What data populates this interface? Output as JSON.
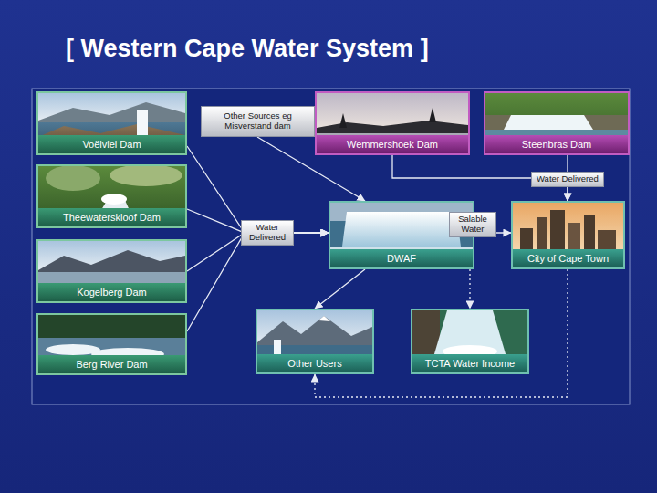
{
  "diagram": {
    "title": "[ Western Cape Water System ]",
    "nodes": [
      {
        "text": [
          "Voëlvlei Dam"
        ]
      },
      {
        "text": [
          "Other Sources eg Misverstand dam"
        ]
      },
      {
        "text": [
          "Wemmershoek Dam"
        ]
      },
      {
        "text": [
          "Steenbras Dam"
        ]
      },
      {
        "text": [
          "Theewaterskloof Dam"
        ]
      },
      {
        "text": [
          "DWAF"
        ]
      },
      {
        "text": [
          "City of Cape Town"
        ]
      },
      {
        "text": [
          "Kogelberg Dam"
        ]
      },
      {
        "text": [
          "Berg River Dam"
        ]
      },
      {
        "text": [
          "Other Users"
        ]
      },
      {
        "text": [
          "TCTA Water Income"
        ]
      }
    ],
    "edges": [
      {
        "from": 0,
        "to": 5,
        "arrow": "to"
      },
      {
        "from": 4,
        "to": 5,
        "label": "Water Delivered",
        "arrow": "to"
      },
      {
        "from": 7,
        "to": 5,
        "arrow": "to"
      },
      {
        "from": 8,
        "to": 5,
        "arrow": "to"
      },
      {
        "from": 1,
        "to": 5,
        "arrow": "to"
      },
      {
        "from": 2,
        "to": 6,
        "arrow": "to"
      },
      {
        "from": 3,
        "to": 6,
        "label": "Water Delivered",
        "arrow": "to"
      },
      {
        "from": 5,
        "to": 6,
        "label": "Salable Water",
        "arrow": "to"
      },
      {
        "from": 5,
        "to": 9,
        "arrow": "to"
      },
      {
        "from": 5,
        "to": 10,
        "arrow": "to"
      },
      {
        "from": 6,
        "to": 9,
        "arrow": "to"
      }
    ]
  }
}
